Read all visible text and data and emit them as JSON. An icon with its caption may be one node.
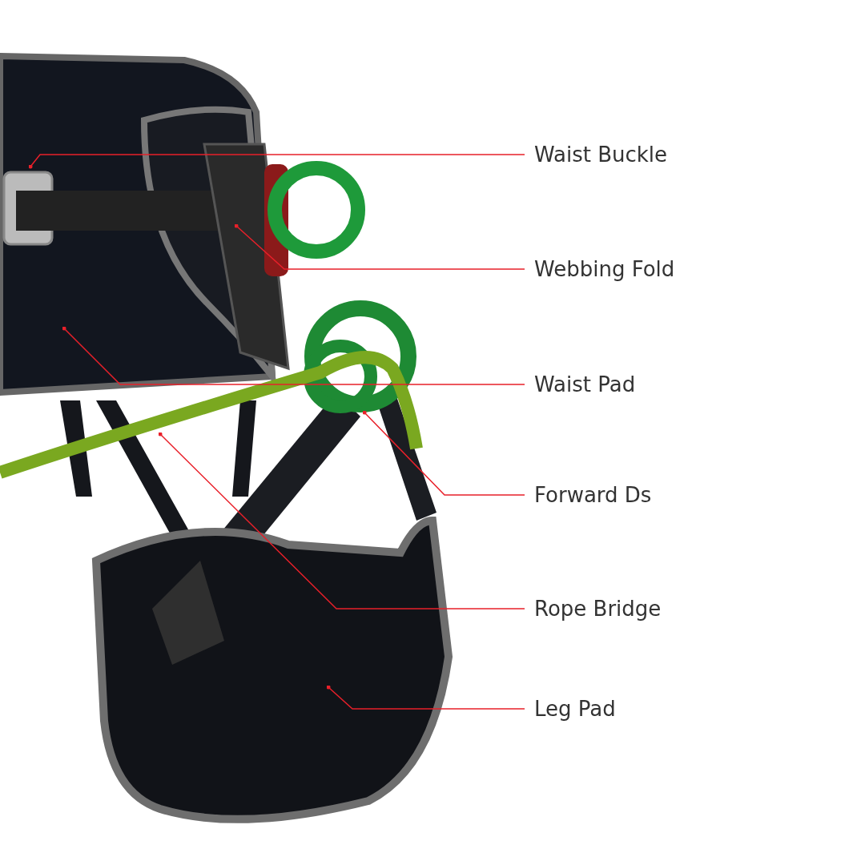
{
  "diagram": {
    "nodes": [
      {
        "text": [
          "Waist Buckle"
        ]
      },
      {
        "text": [
          "Webbing Fold"
        ]
      },
      {
        "text": [
          "Waist Pad"
        ]
      },
      {
        "text": [
          "Forward Ds"
        ]
      },
      {
        "text": [
          "Rope Bridge"
        ]
      },
      {
        "text": [
          "Leg Pad"
        ]
      }
    ],
    "edges": [
      {
        "from": 0,
        "to": null,
        "arrow": "other"
      },
      {
        "from": 1,
        "to": null,
        "arrow": "other"
      },
      {
        "from": 2,
        "to": null,
        "arrow": "other"
      },
      {
        "from": 3,
        "to": null,
        "arrow": "other"
      },
      {
        "from": 4,
        "to": null,
        "arrow": "other"
      },
      {
        "from": 5,
        "to": null,
        "arrow": "other"
      }
    ]
  }
}
